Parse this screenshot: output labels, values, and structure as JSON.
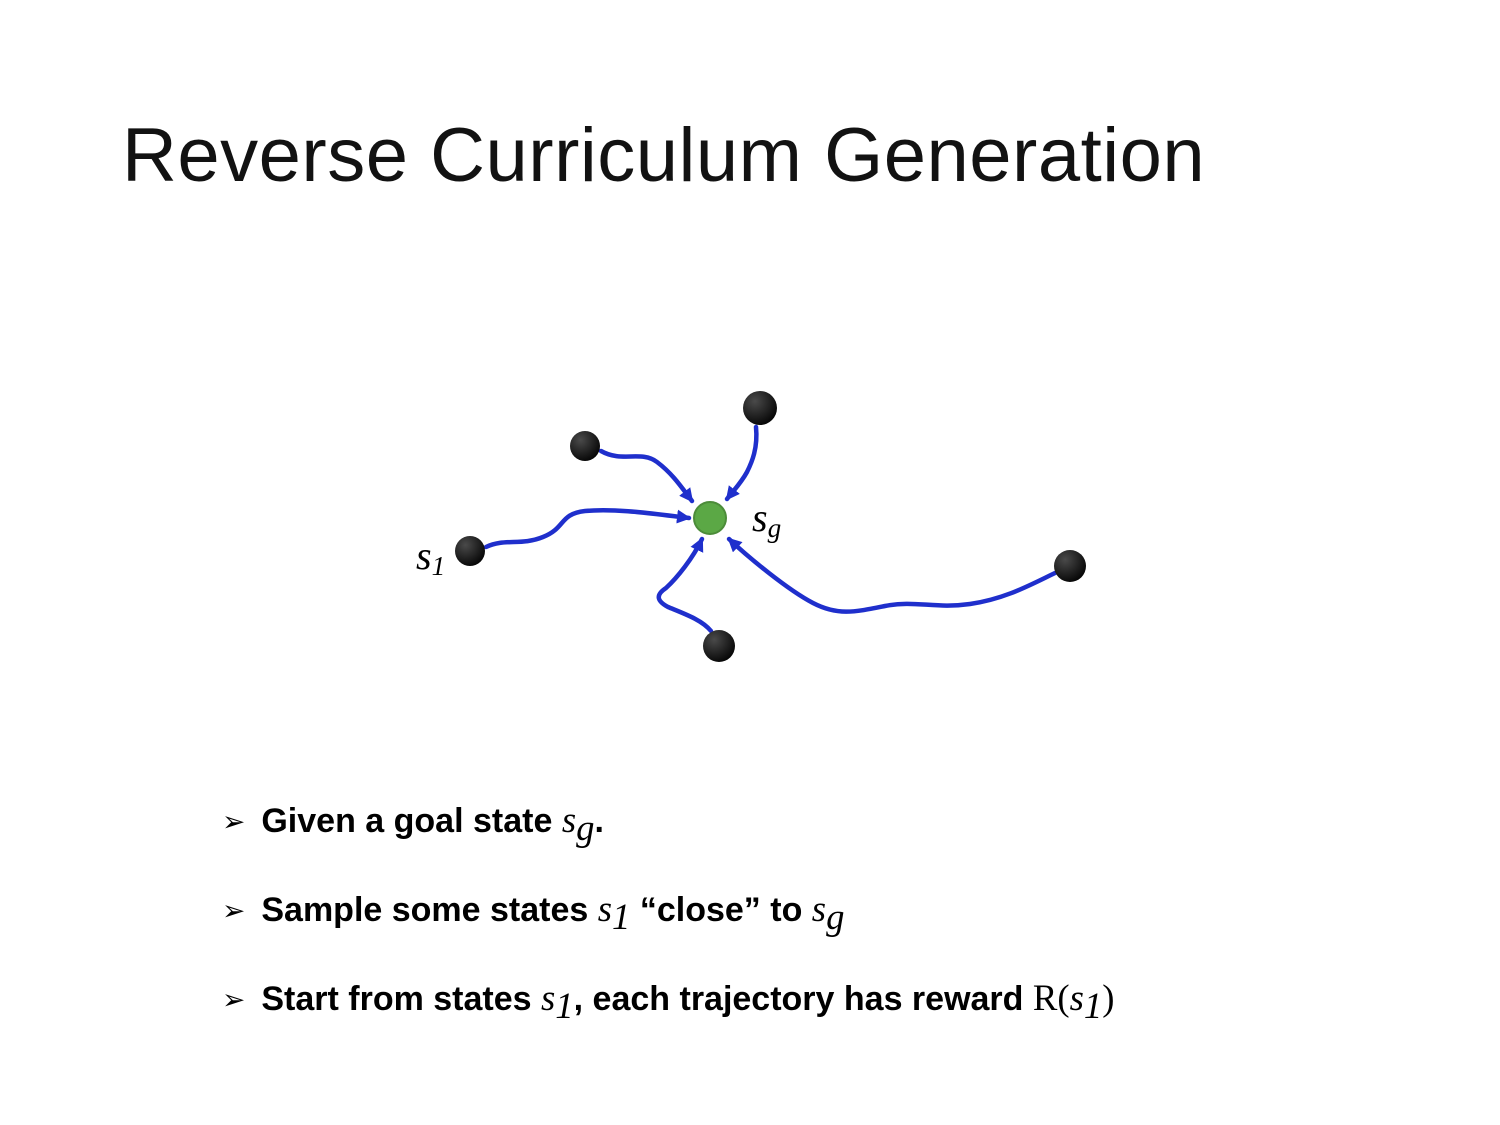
{
  "slide": {
    "title": "Reverse Curriculum Generation",
    "bullet_marker": "➢"
  },
  "diagram": {
    "goal_label": {
      "base": "s",
      "sub": "g"
    },
    "start_label": {
      "base": "s",
      "sub": "1"
    },
    "colors": {
      "trajectory": "#1F2FCC",
      "goal_node": "#5BA845",
      "goal_node_edge": "#4C8C39",
      "state_node": "#0B0B0B"
    }
  },
  "bullets": [
    {
      "parts": [
        {
          "t": "Given a goal state ",
          "s": "normal"
        },
        {
          "t": "s",
          "s": "math"
        },
        {
          "t": "g",
          "s": "mathsub"
        },
        {
          "t": ".",
          "s": "normal"
        }
      ]
    },
    {
      "parts": [
        {
          "t": "Sample some states ",
          "s": "normal"
        },
        {
          "t": "s",
          "s": "math"
        },
        {
          "t": "1",
          "s": "mathsub"
        },
        {
          "t": " “close” to ",
          "s": "normal"
        },
        {
          "t": "s",
          "s": "math"
        },
        {
          "t": "g",
          "s": "mathsub"
        }
      ]
    },
    {
      "parts": [
        {
          "t": "Start from states ",
          "s": "normal"
        },
        {
          "t": "s",
          "s": "math"
        },
        {
          "t": "1",
          "s": "mathsub"
        },
        {
          "t": ", each trajectory has reward ",
          "s": "normal"
        },
        {
          "t": "R(",
          "s": "mathrm"
        },
        {
          "t": "s",
          "s": "math"
        },
        {
          "t": "1",
          "s": "mathsub"
        },
        {
          "t": ")",
          "s": "mathrm"
        }
      ]
    }
  ]
}
